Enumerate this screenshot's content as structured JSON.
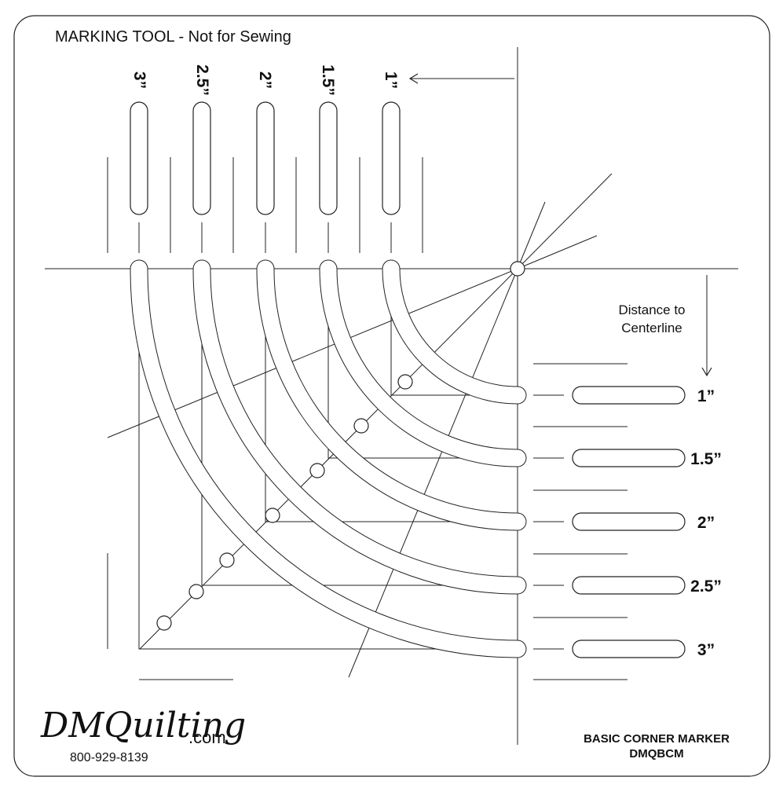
{
  "title": "MARKING TOOL - Not for Sewing",
  "top_labels": [
    "3”",
    "2.5”",
    "2”",
    "1.5”",
    "1”"
  ],
  "side_labels": [
    "1”",
    "1.5”",
    "2”",
    "2.5”",
    "3”"
  ],
  "distance_label": [
    "Distance to",
    "Centerline"
  ],
  "brand": {
    "name": "DMQuilting",
    "domain": ".com",
    "phone": "800-929-8139"
  },
  "product": {
    "name": "BASIC CORNER MARKER",
    "code": "DMQBCM"
  },
  "icons": {
    "arrow_left": "arrow-left-icon",
    "arrow_down": "arrow-down-icon"
  }
}
